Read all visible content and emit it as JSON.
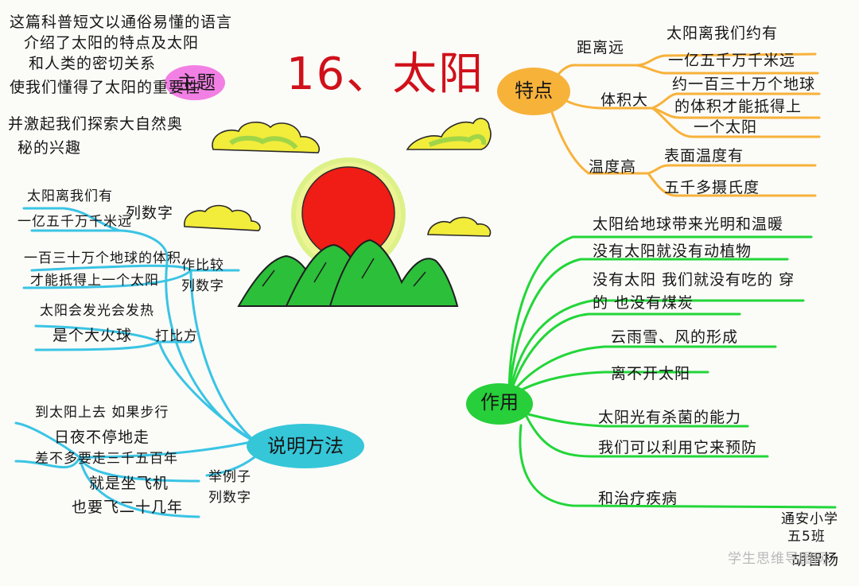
{
  "title": "16、太阳",
  "theme": {
    "label": "主题",
    "lines": [
      "这篇科普短文以通俗易懂的语言",
      "介绍了太阳的特点及太阳",
      "和人类的密切关系",
      "使我们懂得了太阳的重要性",
      "并激起我们探索大自然奥",
      "秘的兴趣"
    ]
  },
  "features": {
    "label": "特点",
    "distance": {
      "label": "距离远",
      "lines": [
        "太阳离我们约有",
        "一亿五千万千米远"
      ]
    },
    "volume": {
      "label": "体积大",
      "lines": [
        "约一百三十万个地球",
        "的体积才能抵得上",
        "一个太阳"
      ]
    },
    "temperature": {
      "label": "温度高",
      "lines": [
        "表面温度有",
        "五千多摄氏度"
      ]
    }
  },
  "methods": {
    "label": "说明方法",
    "items": [
      {
        "lines": [
          "太阳离我们有",
          "一亿五千万千米远"
        ],
        "method": "列数字"
      },
      {
        "lines": [
          "一百三十万个地球的体积",
          "才能抵得上一个太阳"
        ],
        "method": "作比较 列数字"
      },
      {
        "lines": [
          "太阳会发光会发热",
          "是个大火球"
        ],
        "method": "打比方"
      },
      {
        "lines": [
          "到太阳上去 如果步行",
          "日夜不停地走",
          "差不多要走三千五百年",
          "就是坐飞机",
          "也要飞二十几年"
        ],
        "method": "举例子 列数字"
      }
    ]
  },
  "functions": {
    "label": "作用",
    "items": [
      "太阳给地球带来光明和温暖",
      "没有太阳就没有动植物",
      "没有太阳 我们就没有吃的 穿的 也没有煤炭",
      "云雨雪、风的形成",
      "离不开太阳",
      "太阳光有杀菌的能力",
      "我们可以利用它来预防",
      "和治疗疾病"
    ]
  },
  "author": {
    "school": "通安小学",
    "class": "五5班",
    "name": "胡智杨"
  },
  "watermark": "学生思维导图网",
  "colors": {
    "title_red": "#d0101a",
    "theme_bubble": "#f06ae0",
    "features_bubble": "#f7b23a",
    "functions_bubble": "#27cf3a",
    "methods_bubble": "#35c6d8",
    "sun_red": "#f01c16",
    "sun_glow": "#d8f07a",
    "cloud_yellow": "#f2ec3a",
    "cloud_green": "#8ccf4c",
    "mountain_green": "#2cbf3a"
  },
  "icons": [
    "sun-illustration",
    "cloud-illustration",
    "mountain-illustration"
  ]
}
